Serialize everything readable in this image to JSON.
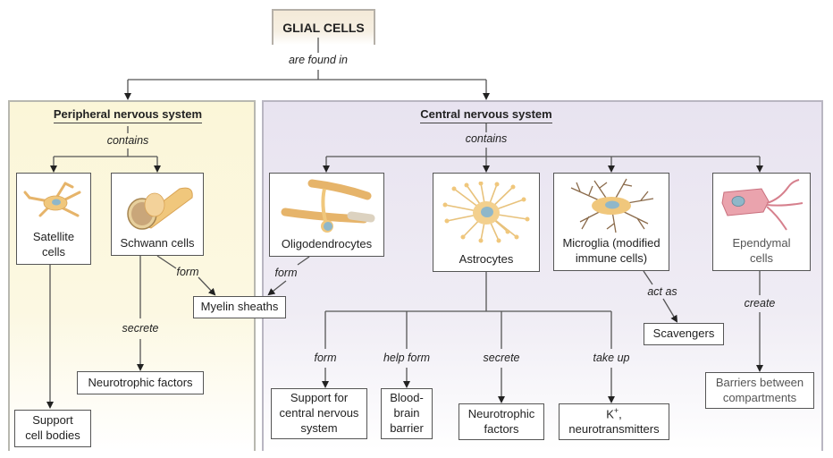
{
  "root": {
    "title": "GLIAL CELLS",
    "relation": "are found in"
  },
  "pns": {
    "title": "Peripheral nervous system",
    "relation": "contains",
    "cells": [
      {
        "id": "satellite",
        "label_line1": "Satellite",
        "label_line2": "cells",
        "icon": "satellite-cell-illustration"
      },
      {
        "id": "schwann",
        "label": "Schwann cells",
        "icon": "schwann-cell-illustration"
      }
    ],
    "edges": [
      {
        "from": "satellite",
        "verb": "",
        "to": "Support cell bodies"
      },
      {
        "from": "schwann",
        "verb": "secrete",
        "to": "Neurotrophic factors"
      },
      {
        "from": "schwann",
        "verb": "form",
        "to": "Myelin sheaths"
      }
    ],
    "outcomes": {
      "support_line1": "Support",
      "support_line2": "cell bodies",
      "neurotrophic": "Neurotrophic factors"
    },
    "verbs": {
      "secrete": "secrete",
      "form": "form"
    }
  },
  "shared": {
    "myelin": "Myelin sheaths"
  },
  "cns": {
    "title": "Central nervous system",
    "relation": "contains",
    "cells": [
      {
        "id": "oligodendrocytes",
        "label": "Oligodendrocytes",
        "icon": "oligodendrocyte-illustration"
      },
      {
        "id": "astrocytes",
        "label": "Astrocytes",
        "icon": "astrocyte-illustration"
      },
      {
        "id": "microglia",
        "label_line1": "Microglia (modified",
        "label_line2": "immune cells)",
        "icon": "microglia-illustration"
      },
      {
        "id": "ependymal",
        "label_line1": "Ependymal",
        "label_line2": "cells",
        "icon": "ependymal-cell-illustration"
      }
    ],
    "verbs": {
      "oligo_form": "form",
      "astro_form": "form",
      "astro_help_form": "help form",
      "astro_secrete": "secrete",
      "astro_take_up": "take up",
      "micro_act_as": "act as",
      "epen_create": "create"
    },
    "outcomes": {
      "support_cns_l1": "Support for",
      "support_cns_l2": "central nervous",
      "support_cns_l3": "system",
      "bbb_l1": "Blood-",
      "bbb_l2": "brain",
      "bbb_l3": "barrier",
      "neuro_l1": "Neurotrophic",
      "neuro_l2": "factors",
      "k_l1": "K",
      "k_sup": "+",
      "k_comma": ",",
      "k_l2": "neurotransmitters",
      "scavengers": "Scavengers",
      "barriers_l1": "Barriers between",
      "barriers_l2": "compartments"
    }
  },
  "colors": {
    "pns_panel": "#fbf6d8",
    "cns_panel": "#e8e3f0",
    "title_box": "#f4ead8",
    "cell_body_tan": "#f0c77c",
    "nucleus_blue": "#8fb7c9",
    "ependymal_pink": "#eaa3ad",
    "microglia_branch": "#8a6a4a"
  }
}
